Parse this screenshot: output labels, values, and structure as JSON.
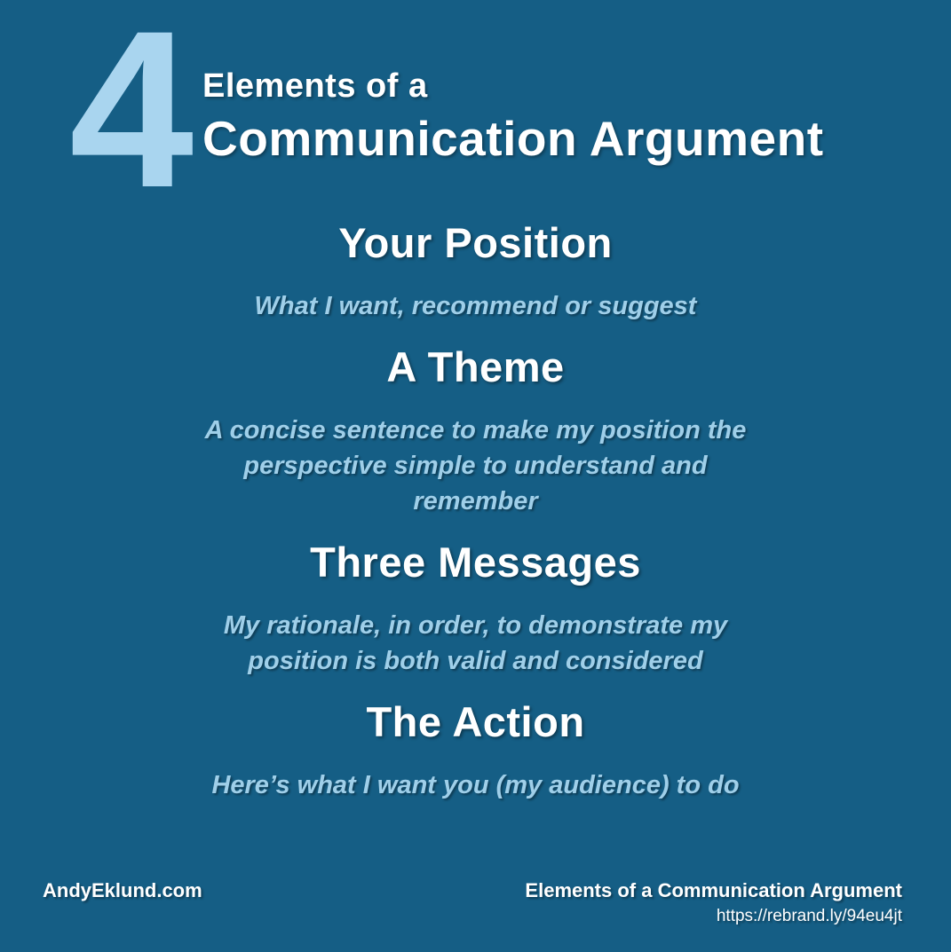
{
  "page": {
    "background_color": "#155E85",
    "accent_color": "#A9D5EF",
    "subtitle_color": "#9FCFE9",
    "heading_color": "#FFFFFF"
  },
  "header": {
    "big_number": "4",
    "title_line1": "Elements of a",
    "title_line2": "Communication Argument"
  },
  "sections": [
    {
      "heading": "Your Position",
      "description": "What I want, recommend or suggest"
    },
    {
      "heading": "A Theme",
      "description": "A concise sentence to make my position the perspective simple to understand and remember"
    },
    {
      "heading": "Three Messages",
      "description": "My rationale, in order, to demonstrate my position is both valid and considered"
    },
    {
      "heading": "The Action",
      "description": "Here’s what I want you (my audience) to do"
    }
  ],
  "footer": {
    "brand": "AndyEklund.com",
    "right_title": "Elements of a Communication Argument",
    "right_url": "https://rebrand.ly/94eu4jt"
  }
}
